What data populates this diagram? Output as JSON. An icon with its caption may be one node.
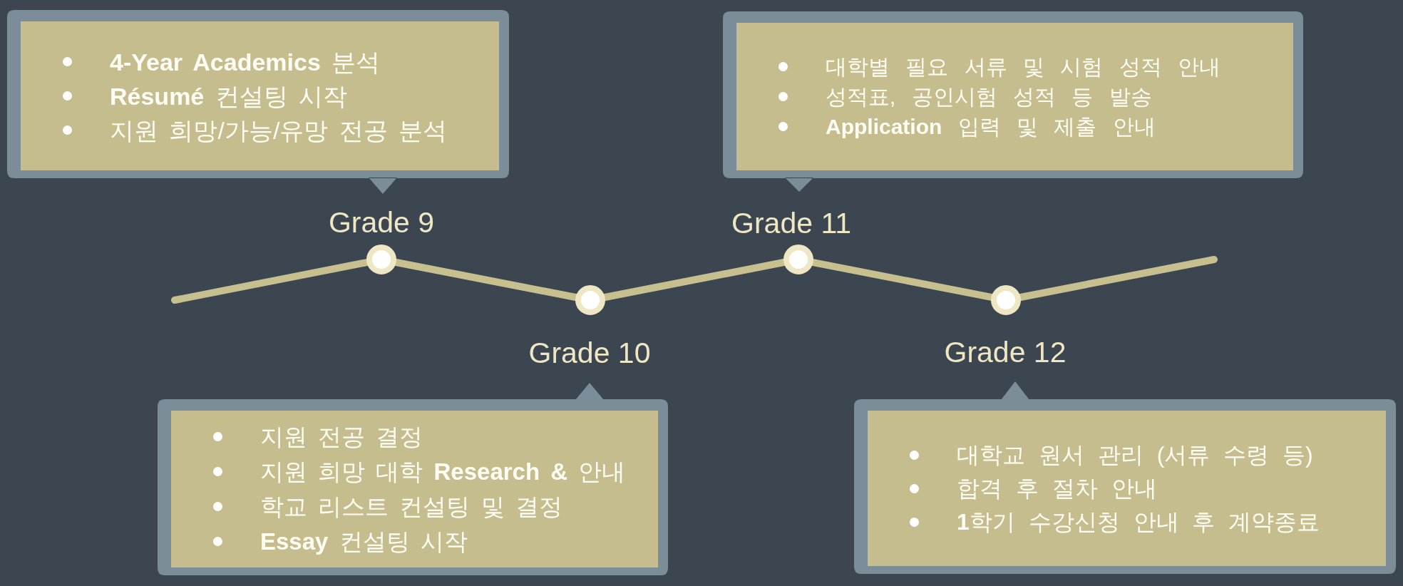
{
  "diagram": {
    "nodes": [
      {
        "text": [
          "**4-Year Academics** 분석",
          "**Résumé** 컨설팅 시작",
          "지원 희망/가능/유망 전공 분석"
        ]
      },
      {
        "text": [
          "대학별 필요 서류 및 시험 성적 안내",
          "성적표, 공인시험 성적 등 발송",
          "**Application** 입력 및 제출 안내"
        ]
      },
      {
        "text": [],
        "shape": "circle",
        "beside": [
          "Grade 9"
        ]
      },
      {
        "text": [],
        "shape": "circle",
        "beside": [
          "Grade 10"
        ]
      },
      {
        "text": [],
        "shape": "circle",
        "beside": [
          "Grade 11"
        ]
      },
      {
        "text": [],
        "shape": "circle",
        "beside": [
          "Grade 12"
        ]
      },
      {
        "text": [
          "지원 전공 결정",
          "지원 희망 대학 **Research &** 안내",
          "학교 리스트 컨설팅 및 결정",
          "**Essay** 컨설팅 시작"
        ]
      },
      {
        "text": [
          "대학교 원서 관리 (서류 수령 등)",
          "합격 후 절차 안내",
          "**1**학기 수강신청 안내 후 계약종료"
        ]
      }
    ],
    "edges": [
      {
        "from": null,
        "to": 2,
        "arrow": "none"
      },
      {
        "from": 2,
        "to": 3,
        "arrow": "none"
      },
      {
        "from": 3,
        "to": 4,
        "arrow": "none"
      },
      {
        "from": 4,
        "to": 5,
        "arrow": "none"
      },
      {
        "from": 5,
        "to": null,
        "arrow": "none"
      }
    ]
  }
}
